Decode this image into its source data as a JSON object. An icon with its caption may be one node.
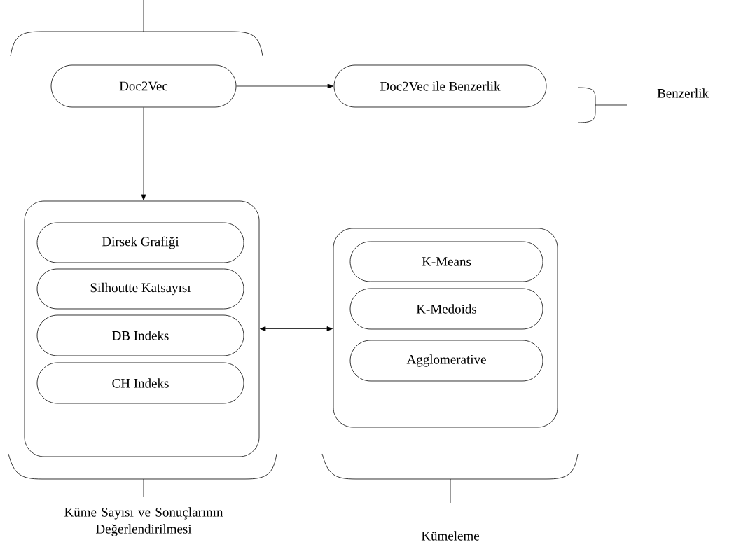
{
  "diagram": {
    "nodes": [
      {
        "text": [
          "Doc2Vec"
        ]
      },
      {
        "text": [
          "Doc2Vec ile Benzerlik"
        ]
      },
      {
        "text": [],
        "shape": "box"
      },
      {
        "text": [
          "Dirsek Grafiği"
        ],
        "in": 2
      },
      {
        "text": [
          "Silhoutte Katsayısı"
        ],
        "in": 2
      },
      {
        "text": [
          "DB Indeks"
        ],
        "in": 2
      },
      {
        "text": [
          "CH Indeks"
        ],
        "in": 2
      },
      {
        "text": [],
        "shape": "box"
      },
      {
        "text": [
          "K-Means"
        ],
        "in": 7
      },
      {
        "text": [
          "K-Medoids"
        ],
        "in": 7
      },
      {
        "text": [
          "Agglomerative"
        ],
        "in": 7
      }
    ],
    "edges": [
      {
        "from": 0,
        "to": 1,
        "arrow": "to"
      },
      {
        "from": 0,
        "to": 2,
        "arrow": "to"
      },
      {
        "from": 2,
        "to": 7,
        "arrow": "both"
      }
    ],
    "labels": [
      "Benzerlik",
      "Küme Sayısı ve Sonuçlarının Değerlendirilmesi",
      "Kümeleme"
    ]
  }
}
